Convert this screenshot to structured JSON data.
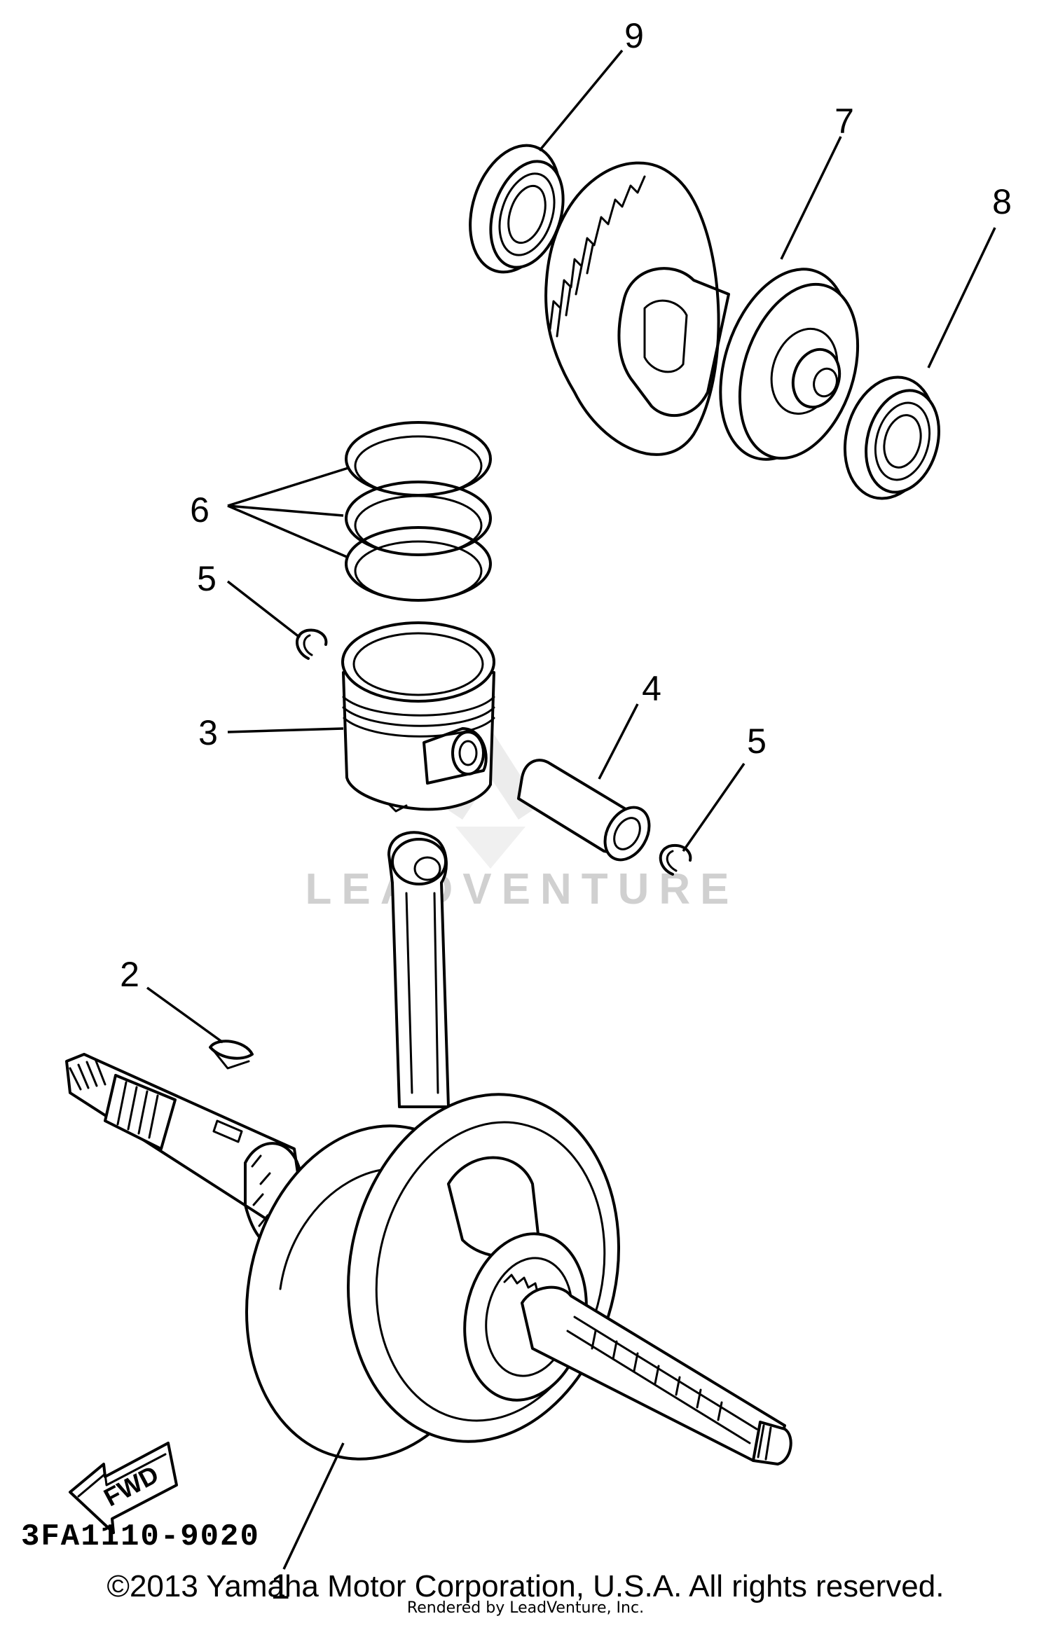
{
  "callouts": {
    "c1": "1",
    "c2": "2",
    "c3": "3",
    "c4": "4",
    "c5a": "5",
    "c5b": "5",
    "c6": "6",
    "c7": "7",
    "c8": "8",
    "c9": "9"
  },
  "direction_arrow_label": "FWD",
  "diagram_code": "3FA1110-9020",
  "watermark": "LEADVENTURE",
  "copyright": "©2013 Yamaha Motor Corporation, U.S.A. All rights reserved.",
  "rendered_by": "Rendered by LeadVenture, Inc."
}
